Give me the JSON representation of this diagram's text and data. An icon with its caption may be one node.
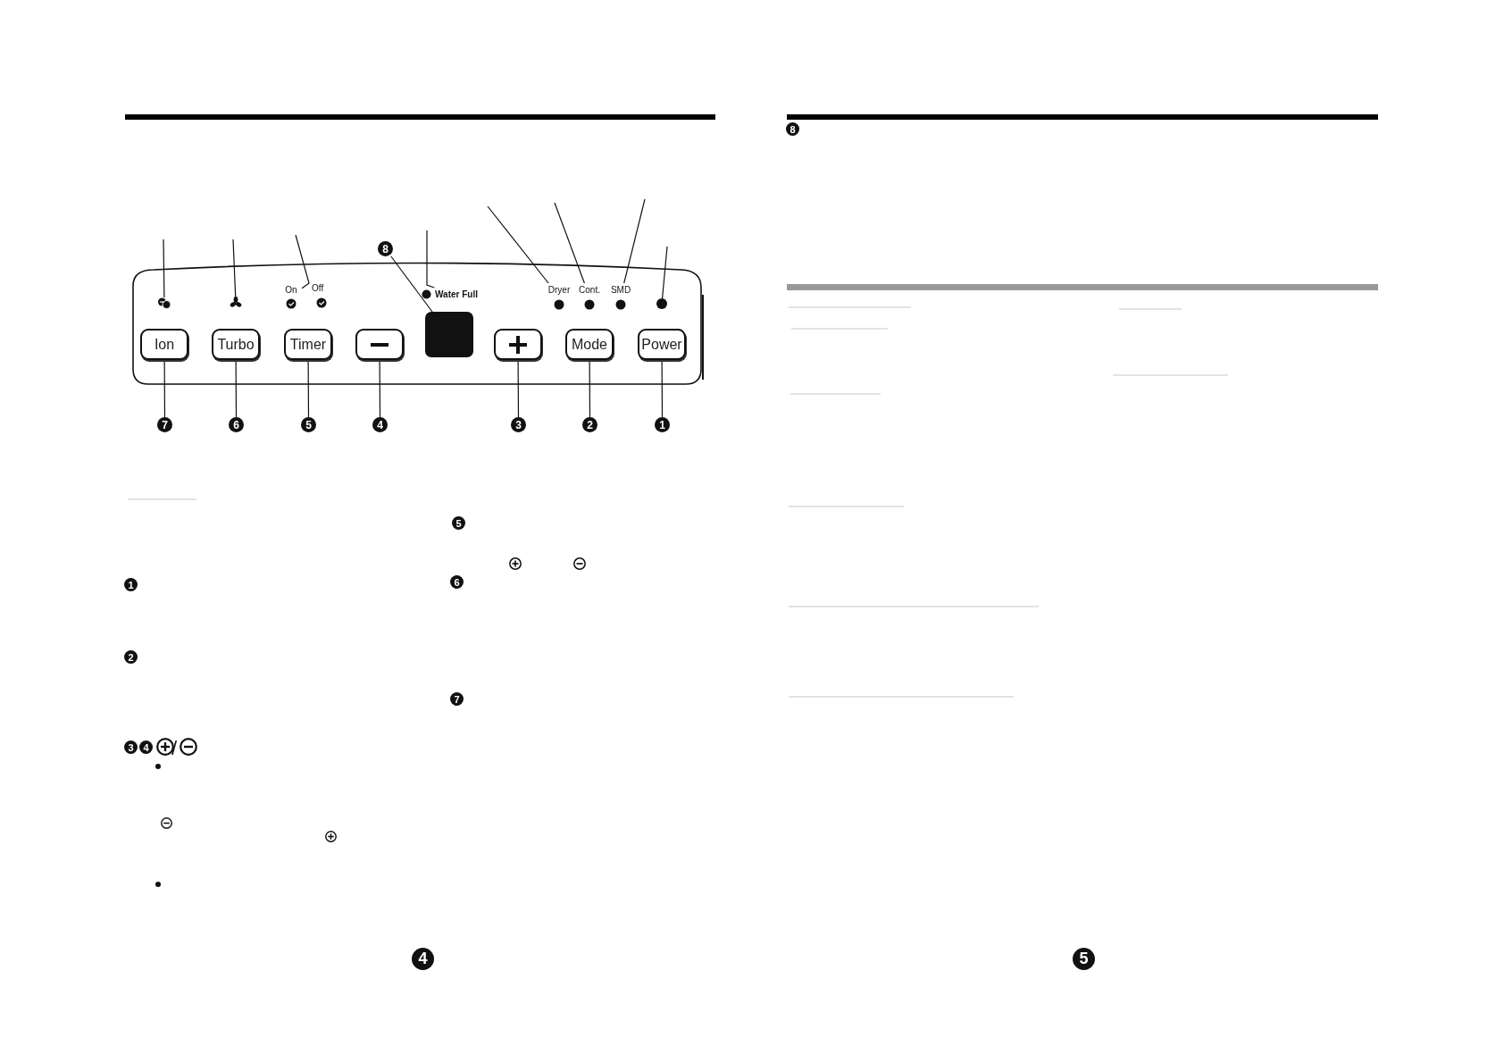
{
  "diagram": {
    "nodes": [
      {
        "text": [
          "Ion"
        ]
      },
      {
        "text": [
          "Turbo"
        ]
      },
      {
        "text": [
          "Timer"
        ]
      },
      {
        "text": [],
        "shape": "button"
      },
      {
        "text": [],
        "shape": "box"
      },
      {
        "text": [],
        "shape": "button"
      },
      {
        "text": [
          "Mode"
        ]
      },
      {
        "text": [
          "Power"
        ]
      },
      {
        "text": [
          "8"
        ]
      },
      {
        "text": [
          "7"
        ]
      },
      {
        "text": [
          "6"
        ]
      },
      {
        "text": [
          "5"
        ]
      },
      {
        "text": [
          "4"
        ]
      },
      {
        "text": [
          "3"
        ]
      },
      {
        "text": [
          "2"
        ]
      },
      {
        "text": [
          "1"
        ]
      },
      {
        "text": [],
        "shape": "icon"
      },
      {
        "text": [],
        "shape": "icon"
      },
      {
        "text": [
          "On"
        ]
      },
      {
        "text": [
          "Water Full"
        ]
      },
      {
        "text": [
          "Dryer"
        ]
      },
      {
        "text": [
          "Cont."
        ]
      },
      {
        "text": [
          "SMD"
        ]
      },
      {
        "text": [],
        "shape": "circle"
      }
    ],
    "edges": [
      {
        "from": 15,
        "to": 7,
        "arrow": "none"
      },
      {
        "from": 14,
        "to": 6,
        "arrow": "none"
      },
      {
        "from": 13,
        "to": 5,
        "arrow": "none"
      },
      {
        "from": 12,
        "to": 3,
        "arrow": "none"
      },
      {
        "from": 11,
        "to": 2,
        "arrow": "none"
      },
      {
        "from": 10,
        "to": 1,
        "arrow": "none"
      },
      {
        "from": 9,
        "to": 0,
        "arrow": "none"
      },
      {
        "from": 8,
        "to": 4,
        "arrow": "none"
      },
      {
        "from": null,
        "to": 16,
        "arrow": "none"
      },
      {
        "from": null,
        "to": 17,
        "arrow": "none"
      },
      {
        "from": null,
        "to": 18,
        "arrow": "none"
      },
      {
        "from": null,
        "to": 19,
        "arrow": "none"
      },
      {
        "from": null,
        "to": 20,
        "arrow": "none"
      },
      {
        "from": null,
        "to": 21,
        "arrow": "none"
      },
      {
        "from": null,
        "to": 22,
        "arrow": "none"
      },
      {
        "from": null,
        "to": 23,
        "arrow": "none"
      }
    ],
    "labels": [
      "Off",
      "1",
      "2",
      "3",
      "4",
      "/",
      "5",
      "6",
      "7",
      "4",
      "8",
      "5"
    ]
  }
}
